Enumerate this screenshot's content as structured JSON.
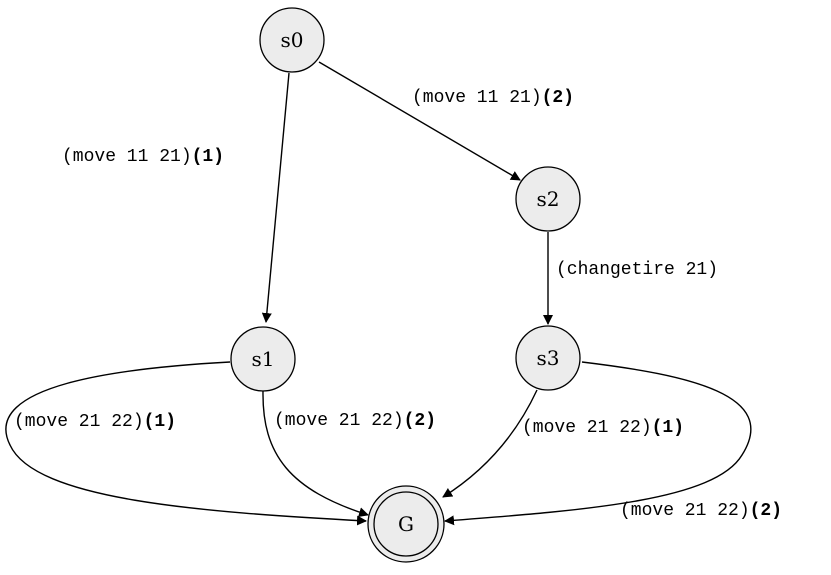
{
  "nodes": {
    "s0": {
      "label": "s0"
    },
    "s1": {
      "label": "s1"
    },
    "s2": {
      "label": "s2"
    },
    "s3": {
      "label": "s3"
    },
    "G": {
      "label": "G"
    }
  },
  "edges": {
    "s0_s1": {
      "from": "s0",
      "to": "s1",
      "action": "(move 11 21)",
      "num": "(1)"
    },
    "s0_s2": {
      "from": "s0",
      "to": "s2",
      "action": "(move 11 21)",
      "num": "(2)"
    },
    "s2_s3": {
      "from": "s2",
      "to": "s3",
      "action": "(changetire 21)",
      "num": ""
    },
    "s1_G_1": {
      "from": "s1",
      "to": "G",
      "action": "(move 21 22)",
      "num": "(1)"
    },
    "s1_G_2": {
      "from": "s1",
      "to": "G",
      "action": "(move 21 22)",
      "num": "(2)"
    },
    "s3_G_1": {
      "from": "s3",
      "to": "G",
      "action": "(move 21 22)",
      "num": "(1)"
    },
    "s3_G_2": {
      "from": "s3",
      "to": "G",
      "action": "(move 21 22)",
      "num": "(2)"
    }
  },
  "colors": {
    "node_fill": "#ececec",
    "stroke": "#000000"
  }
}
